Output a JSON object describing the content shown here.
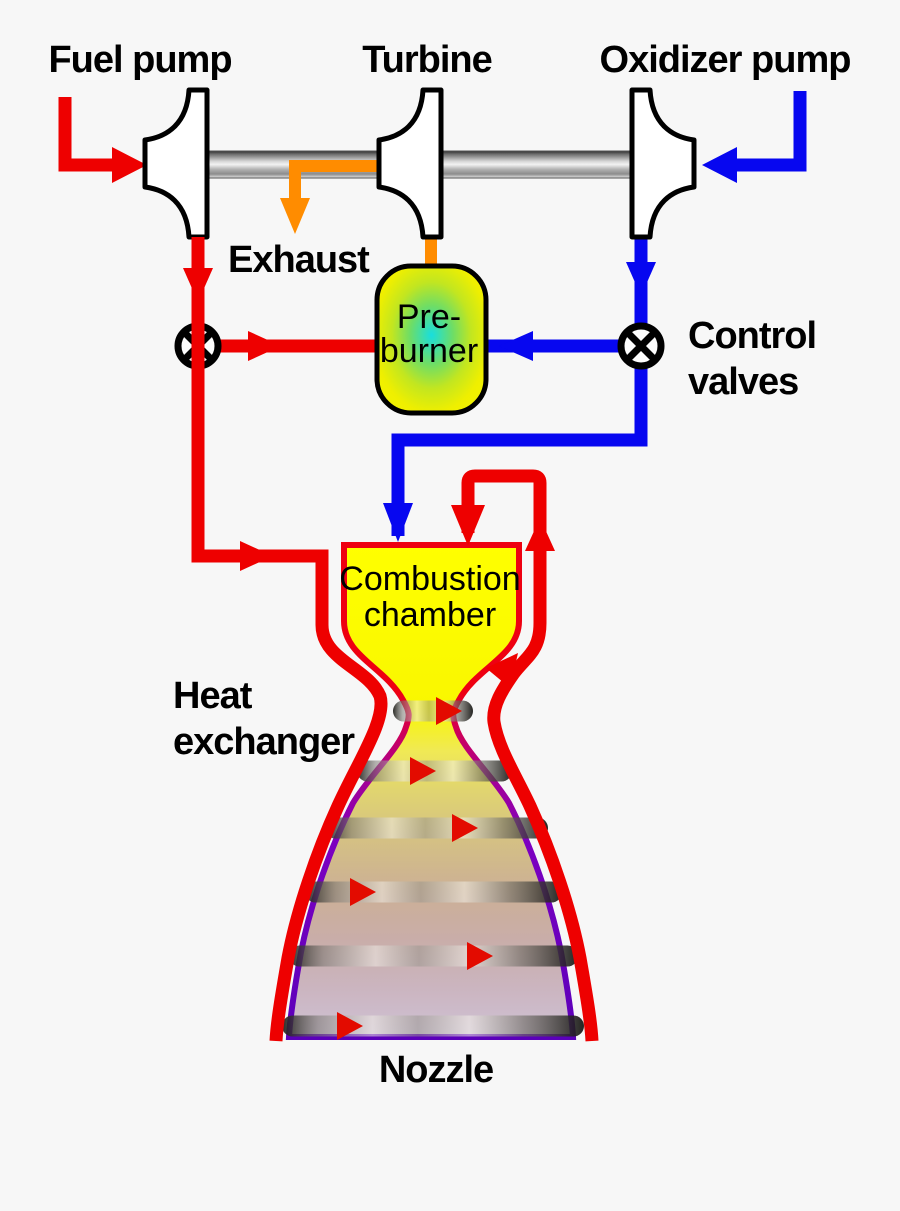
{
  "diagram": {
    "type": "rocket-engine-staged-combustion-cycle-schematic",
    "components": [
      "Fuel pump",
      "Turbine",
      "Oxidizer pump",
      "Pre-burner",
      "Control valves",
      "Combustion chamber",
      "Heat exchanger",
      "Nozzle"
    ],
    "control_valve_count": 2,
    "heat_exchanger_band_count": 6,
    "flow_direction_arrows": {
      "fuel": "red lines: inlet left, through pump, valve, pre-burner, and regenerative cooling jacket into chamber",
      "oxidizer": "blue lines: inlet right, through pump, valve, pre-burner and combustion chamber",
      "exhaust": "orange line: turbine exhaust downward"
    }
  },
  "labels": {
    "fuel_pump": "Fuel pump",
    "turbine": "Turbine",
    "oxidizer_pump": "Oxidizer pump",
    "exhaust": "Exhaust",
    "preburner_line1": "Pre-",
    "preburner_line2": "burner",
    "control_valves_line1": "Control",
    "control_valves_line2": "valves",
    "combustion_chamber_line1": "Combustion",
    "combustion_chamber_line2": "chamber",
    "heat_exchanger_line1": "Heat",
    "heat_exchanger_line2": "exchanger",
    "nozzle": "Nozzle"
  },
  "colors": {
    "background": "#f7f7f7",
    "fuel_line_red": "#ee0000",
    "oxidizer_line_blue": "#0707f0",
    "exhaust_line_orange": "#ff8c00",
    "chamber_yellow": "#ffff00",
    "preburner_core_cyan": "#18dede",
    "nozzle_outline_purple": "#5b00ba",
    "shaft_gray": "#b2b2b2",
    "outline_black": "#000000",
    "text_black": "#000000"
  }
}
